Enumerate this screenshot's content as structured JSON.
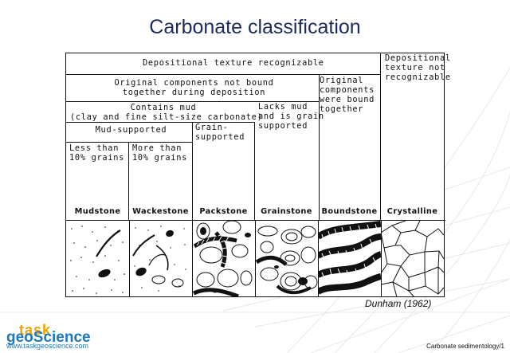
{
  "slide": {
    "title": "Carbonate classification",
    "citation": "Dunham (1962)",
    "logo": {
      "part1": "task",
      "part2": "geo",
      "part3": "Science"
    },
    "website": "www.taskgeoscience.com",
    "footer": "Carbonate sedimentology/1",
    "accent_colors": {
      "title": "#1d2b5c",
      "logo_orange": "#f3a300",
      "logo_blue": "#1c79bd"
    }
  },
  "diagram": {
    "headers": {
      "recognizable": "Depositional texture recognizable",
      "not_recognizable": "Depositional\ntexture not\nrecognizable",
      "not_bound": "Original components not bound\ntogether during deposition",
      "bound": "Original\ncomponents\nwere bound\ntogether",
      "contains_mud": "Contains mud\n(clay and fine silt-size carbonate)",
      "lacks_mud": "Lacks mud\nand is grain\nsupported",
      "mud_supported": "Mud-supported",
      "grain_supported": "Grain-\nsupported",
      "less_than": "Less than\n10% grains",
      "more_than": "More than\n10% grains"
    },
    "classes": [
      "Mudstone",
      "Wackestone",
      "Packstone",
      "Grainstone",
      "Boundstone",
      "Crystalline"
    ]
  }
}
